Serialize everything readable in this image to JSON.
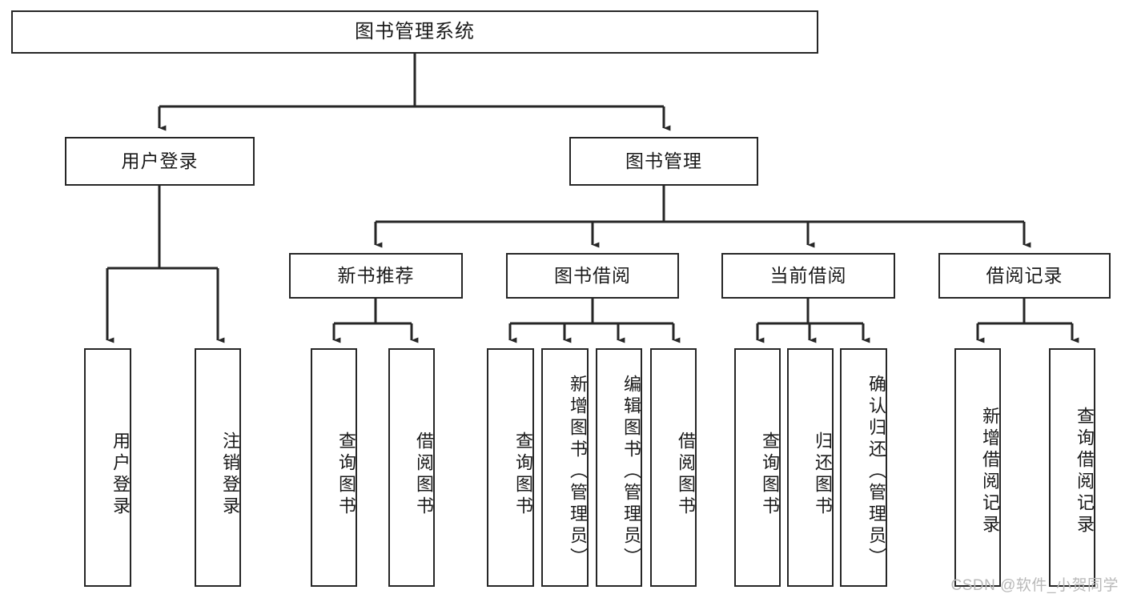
{
  "diagram": {
    "title": "图书管理系统",
    "type": "tree",
    "watermark": "CSDN @软件_小贺同学",
    "colors": {
      "stroke": "#262626",
      "fill": "#ffffff",
      "text": "#1a1a1a",
      "watermark": "#b9b9b9"
    }
  },
  "nodes": {
    "root": {
      "label": "图书管理系统"
    },
    "level2": [
      {
        "id": "user-login",
        "label": "用户登录"
      },
      {
        "id": "book-manage",
        "label": "图书管理"
      }
    ],
    "level3": [
      {
        "id": "new-book-recommend",
        "label": "新书推荐"
      },
      {
        "id": "book-borrow",
        "label": "图书借阅"
      },
      {
        "id": "current-borrow",
        "label": "当前借阅"
      },
      {
        "id": "borrow-record",
        "label": "借阅记录"
      }
    ],
    "leaves": [
      {
        "id": "leaf-user-login",
        "label": "用户登录",
        "parent": "user-login"
      },
      {
        "id": "leaf-logout-login",
        "label": "注销登录",
        "parent": "user-login"
      },
      {
        "id": "leaf-query-book-1",
        "label": "查询图书",
        "parent": "new-book-recommend"
      },
      {
        "id": "leaf-borrow-book-1",
        "label": "借阅图书",
        "parent": "new-book-recommend"
      },
      {
        "id": "leaf-query-book-2",
        "label": "查询图书",
        "parent": "book-borrow"
      },
      {
        "id": "leaf-add-book",
        "label": "新增图书（管理员）",
        "parent": "book-borrow"
      },
      {
        "id": "leaf-edit-book",
        "label": "编辑图书（管理员）",
        "parent": "book-borrow"
      },
      {
        "id": "leaf-borrow-book-2",
        "label": "借阅图书",
        "parent": "book-borrow"
      },
      {
        "id": "leaf-query-book-3",
        "label": "查询图书",
        "parent": "current-borrow"
      },
      {
        "id": "leaf-return-book",
        "label": "归还图书",
        "parent": "current-borrow"
      },
      {
        "id": "leaf-confirm-return",
        "label": "确认归还（管理员）",
        "parent": "current-borrow"
      },
      {
        "id": "leaf-add-record",
        "label": "新增借阅记录",
        "parent": "borrow-record"
      },
      {
        "id": "leaf-query-record",
        "label": "查询借阅记录",
        "parent": "borrow-record"
      }
    ]
  }
}
